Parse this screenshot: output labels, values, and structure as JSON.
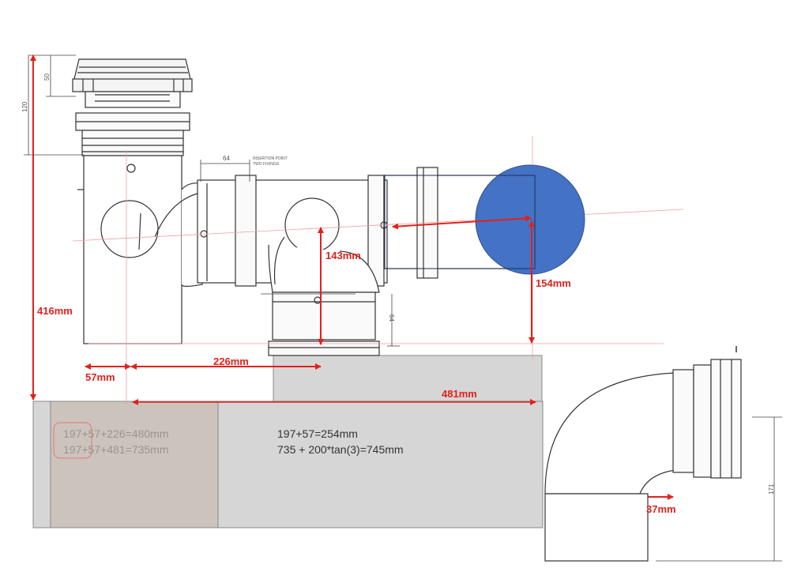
{
  "dimensions": {
    "d416": "416mm",
    "d57": "57mm",
    "d226": "226mm",
    "d143": "143mm",
    "d154": "154mm",
    "d481": "481mm",
    "d37": "37mm"
  },
  "drawing_labels": {
    "d120": "120",
    "d50": "50",
    "d64_top": "64",
    "d64_side": "64",
    "d171": "171",
    "insertion_note_1": "INSERTION POINT",
    "insertion_note_2": "TWO FIXINGS"
  },
  "calculations": {
    "left_line1": "197+57+226=480mm",
    "left_line2": "197+57+481=735mm",
    "right_line1": "197+57=254mm",
    "right_line2": "735 + 200*tan(3)=745mm"
  },
  "colors": {
    "dimension_red": "#e3201b",
    "circle_blue": "#4472c4",
    "slab_grey": "#d6d6d6",
    "inset_brown": "#cdc3bd",
    "line_dark": "#333333"
  }
}
